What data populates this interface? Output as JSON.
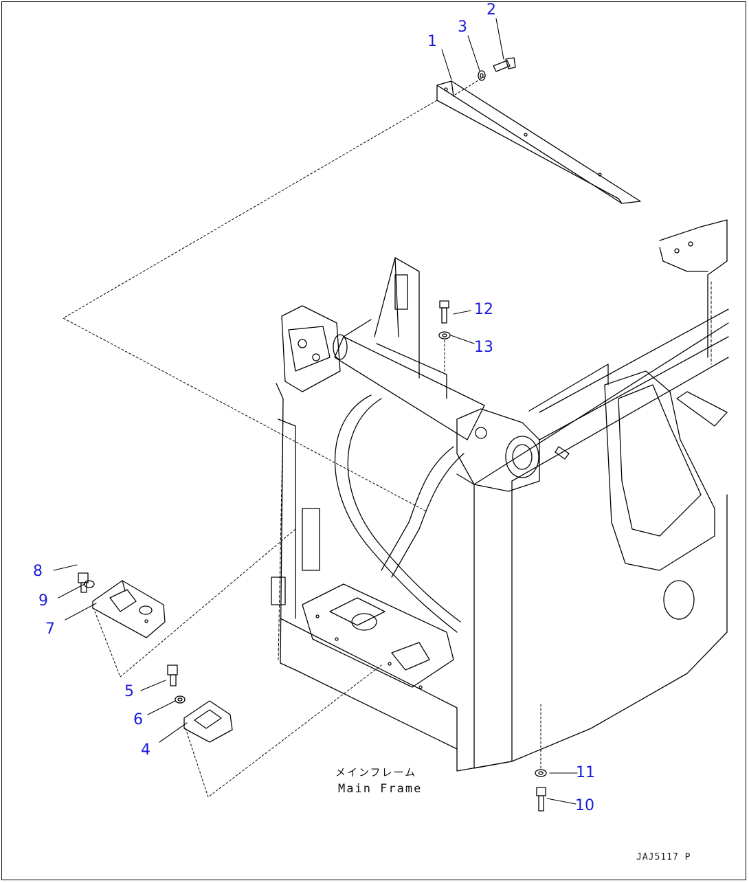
{
  "diagram": {
    "callouts": [
      "1",
      "2",
      "3",
      "4",
      "5",
      "6",
      "7",
      "8",
      "9",
      "10",
      "11",
      "12",
      "13"
    ],
    "caption_ja": "メインフレーム",
    "caption_en": "Main Frame",
    "reference_code": "JAJ5117 P"
  },
  "colors": {
    "callout": "#1a1ad8",
    "line": "#000000",
    "background": "#ffffff"
  }
}
